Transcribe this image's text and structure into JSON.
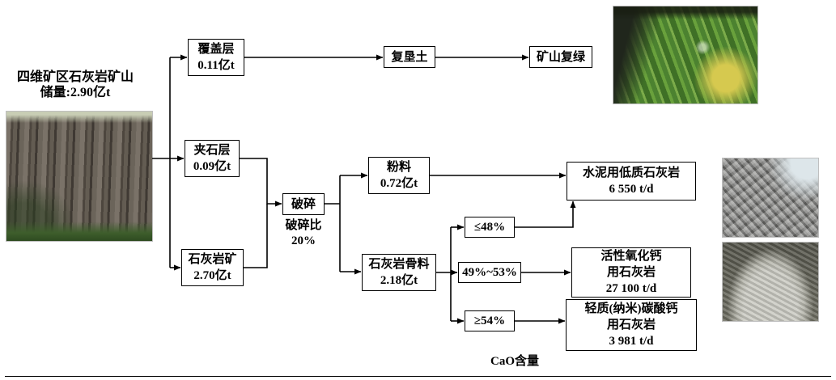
{
  "figure": {
    "source": {
      "line1": "四维矿区石灰岩矿山",
      "line2": "储量:2.90亿t"
    },
    "nodes": {
      "overburden": {
        "line1": "覆盖层",
        "line2": "0.11亿t"
      },
      "reclaimed_soil": {
        "label": "复垦土"
      },
      "regreening": {
        "label": "矿山复绿"
      },
      "interlayer": {
        "line1": "夹石层",
        "line2": "0.09亿t"
      },
      "limestone_ore": {
        "line1": "石灰岩矿",
        "line2": "2.70亿t"
      },
      "crushing": {
        "label": "破碎"
      },
      "crushing_ratio": {
        "line1": "破碎比",
        "line2": "20%"
      },
      "powder": {
        "line1": "粉料",
        "line2": "0.72亿t"
      },
      "aggregate": {
        "line1": "石灰岩骨料",
        "line2": "2.18亿t"
      },
      "grade_low": {
        "label": "≤48%"
      },
      "grade_mid": {
        "label": "49%~53%"
      },
      "grade_high": {
        "label": "≥54%"
      },
      "cement": {
        "line1": "水泥用低质石灰岩",
        "line2": "6 550 t/d"
      },
      "active_cao": {
        "line1": "活性氧化钙",
        "line2": "用石灰岩",
        "line3": "27 100 t/d"
      },
      "light_caco3": {
        "line1": "轻质(纳米)碳酸钙",
        "line2": "用石灰岩",
        "line3": "3 981 t/d"
      },
      "cao_axis": {
        "label": "CaO含量"
      }
    }
  }
}
